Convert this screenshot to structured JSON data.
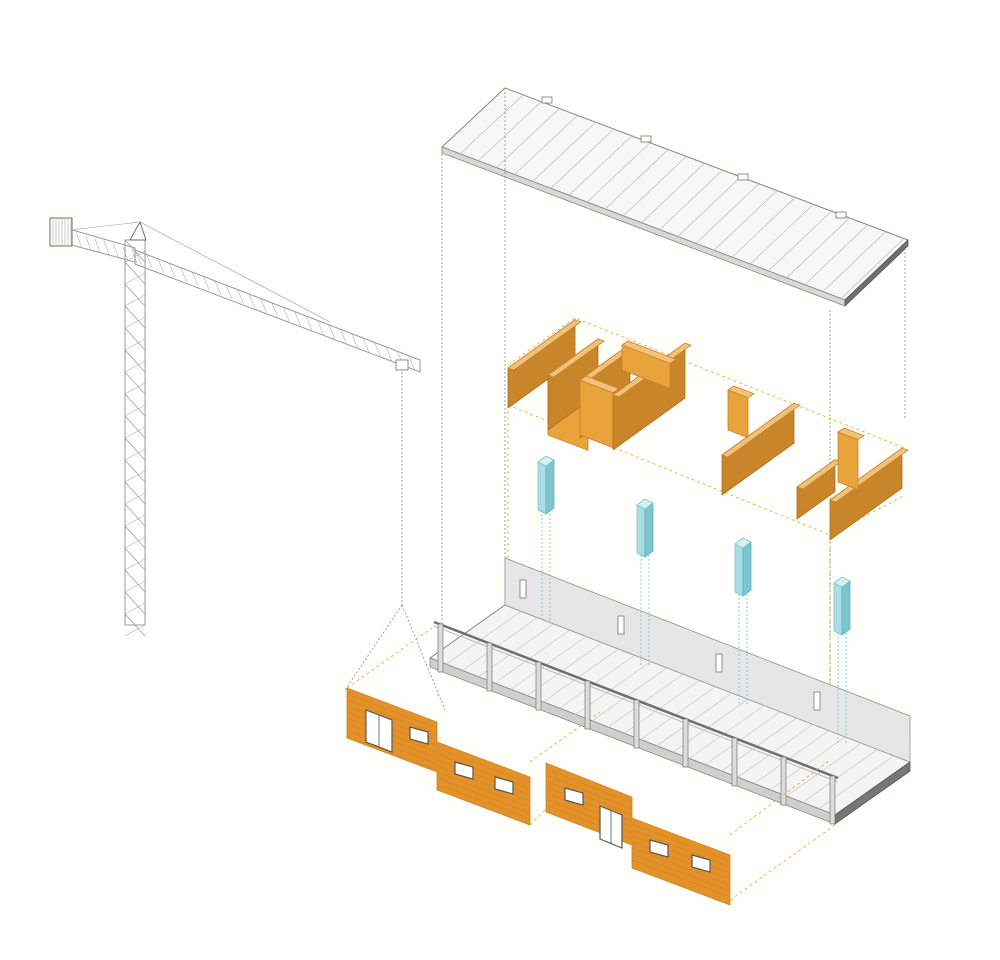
{
  "diagram": {
    "type": "exploded-axonometric",
    "colors": {
      "background": "#fffffb",
      "line": "#9a9a9a",
      "line_dark": "#6f6f6f",
      "timber": "#e8a33a",
      "timber_dark": "#c98529",
      "timber_light": "#f2c27a",
      "timber_facade": "#e3922a",
      "steel": "#a9dde3",
      "steel_dark": "#7ec6cf",
      "slab": "#f7f7f5",
      "slab_edge": "#8c8c8c",
      "wall_grey": "#e2e2e2",
      "guide_orange": "#e8a33a",
      "guide_grey": "#8a8a8a",
      "guide_blue": "#6fc3cc"
    },
    "components": [
      {
        "name": "tower-crane",
        "icon": "crane-icon"
      },
      {
        "name": "roof-slab",
        "icon": "clt-panel-icon"
      },
      {
        "name": "interior-timber-walls",
        "icon": "timber-wall-icon"
      },
      {
        "name": "steel-columns",
        "icon": "steel-column-icon",
        "count": 4
      },
      {
        "name": "floor-slab-with-balcony",
        "icon": "floor-slab-icon"
      },
      {
        "name": "facade-timber-panels",
        "icon": "facade-panel-icon",
        "count": 2
      }
    ]
  }
}
